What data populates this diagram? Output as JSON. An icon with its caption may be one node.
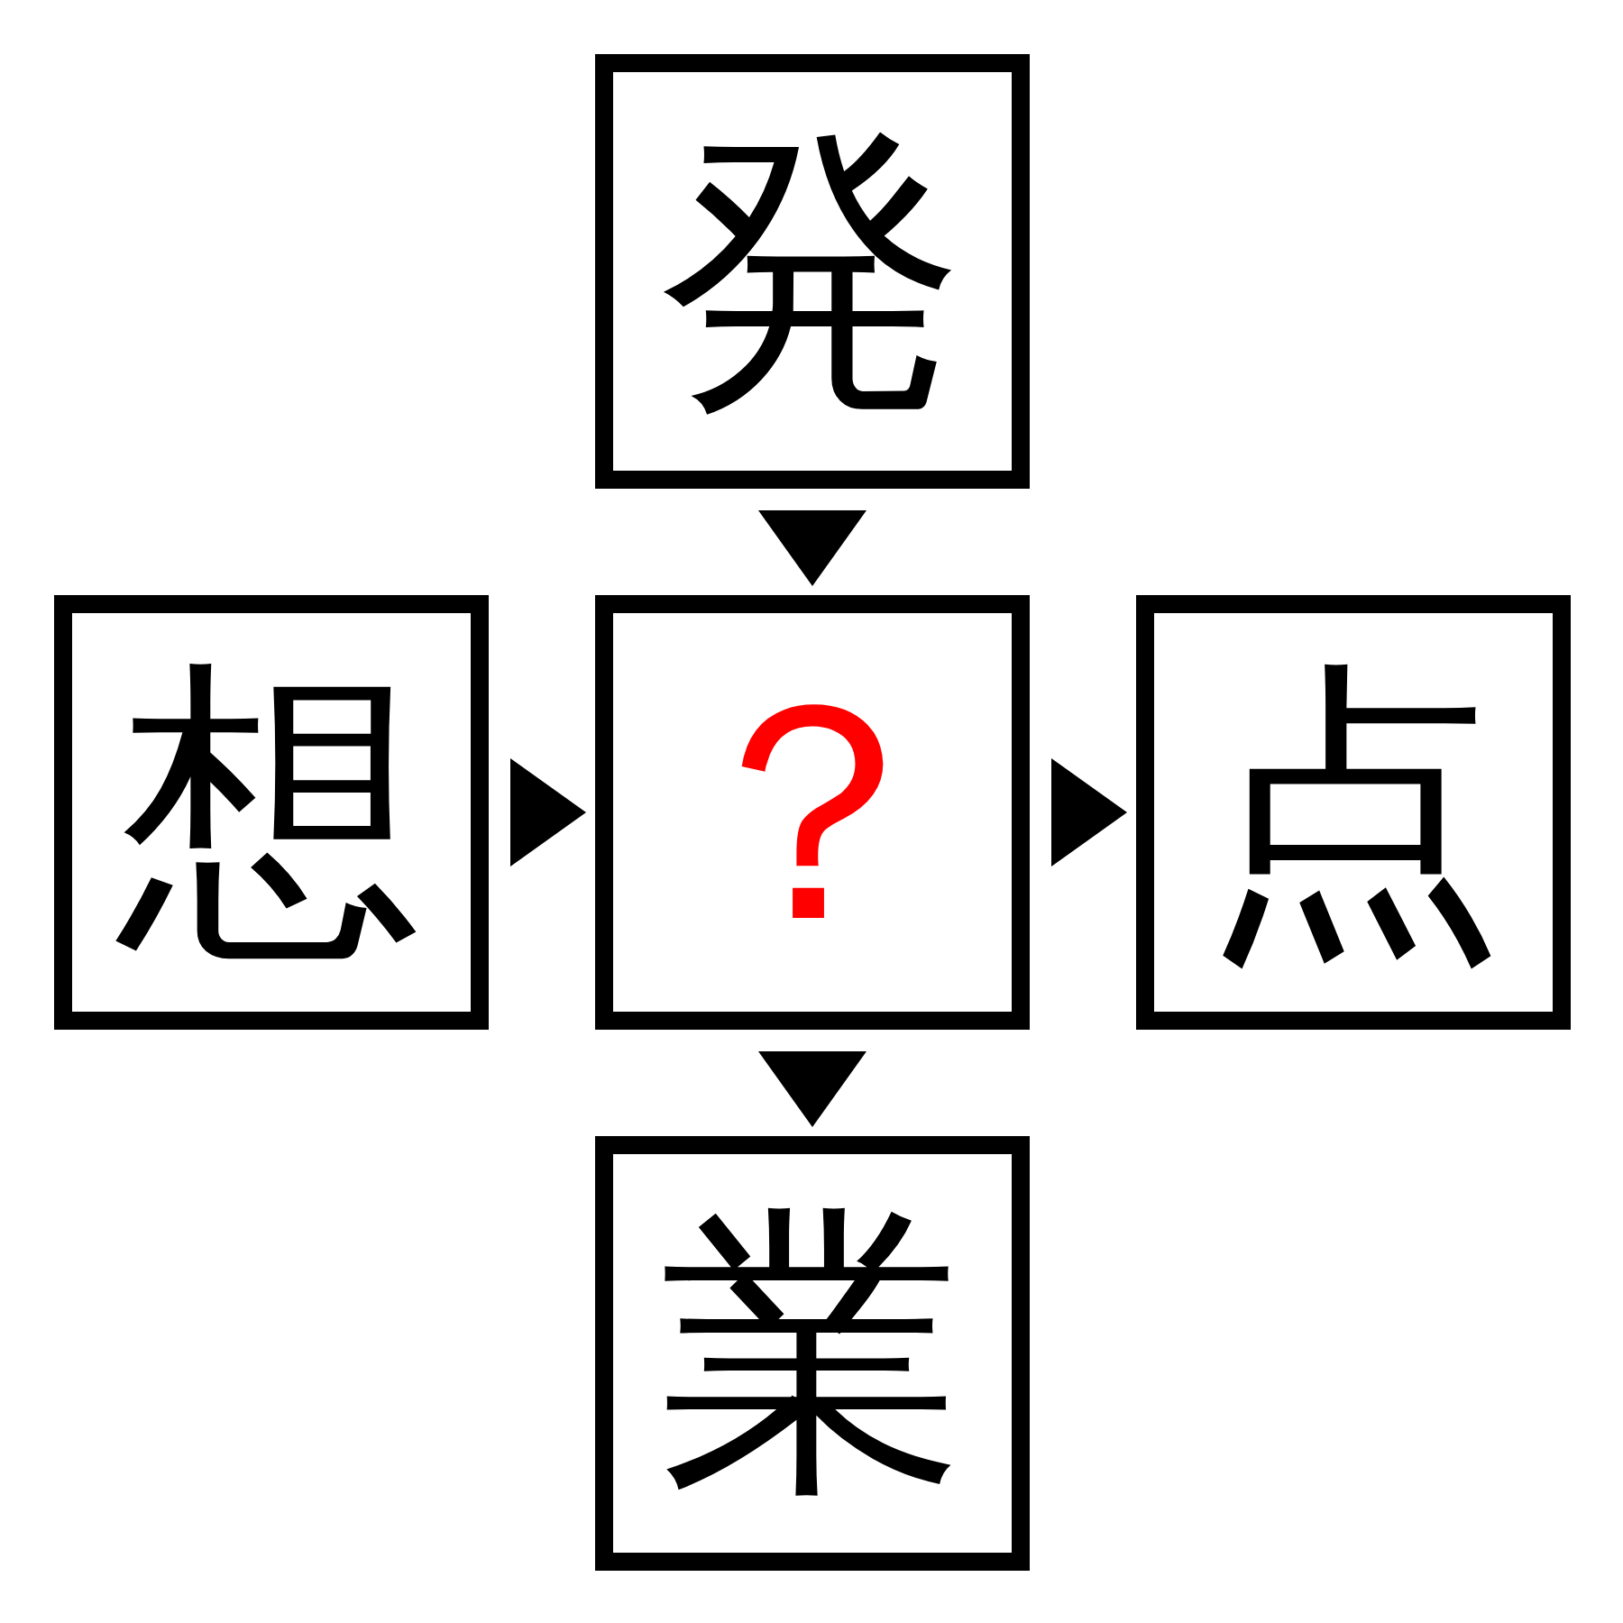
{
  "diagram": {
    "nodes": [
      {
        "text": [
          "発"
        ]
      },
      {
        "text": [
          "想"
        ]
      },
      {
        "text": [
          "？"
        ]
      },
      {
        "text": [
          "点"
        ]
      },
      {
        "text": [
          "業"
        ]
      }
    ],
    "edges": [
      {
        "from": 0,
        "to": 2,
        "arrow": "to"
      },
      {
        "from": 1,
        "to": 2,
        "arrow": "to"
      },
      {
        "from": 2,
        "to": 3,
        "arrow": "to"
      },
      {
        "from": 2,
        "to": 4,
        "arrow": "to"
      }
    ]
  }
}
